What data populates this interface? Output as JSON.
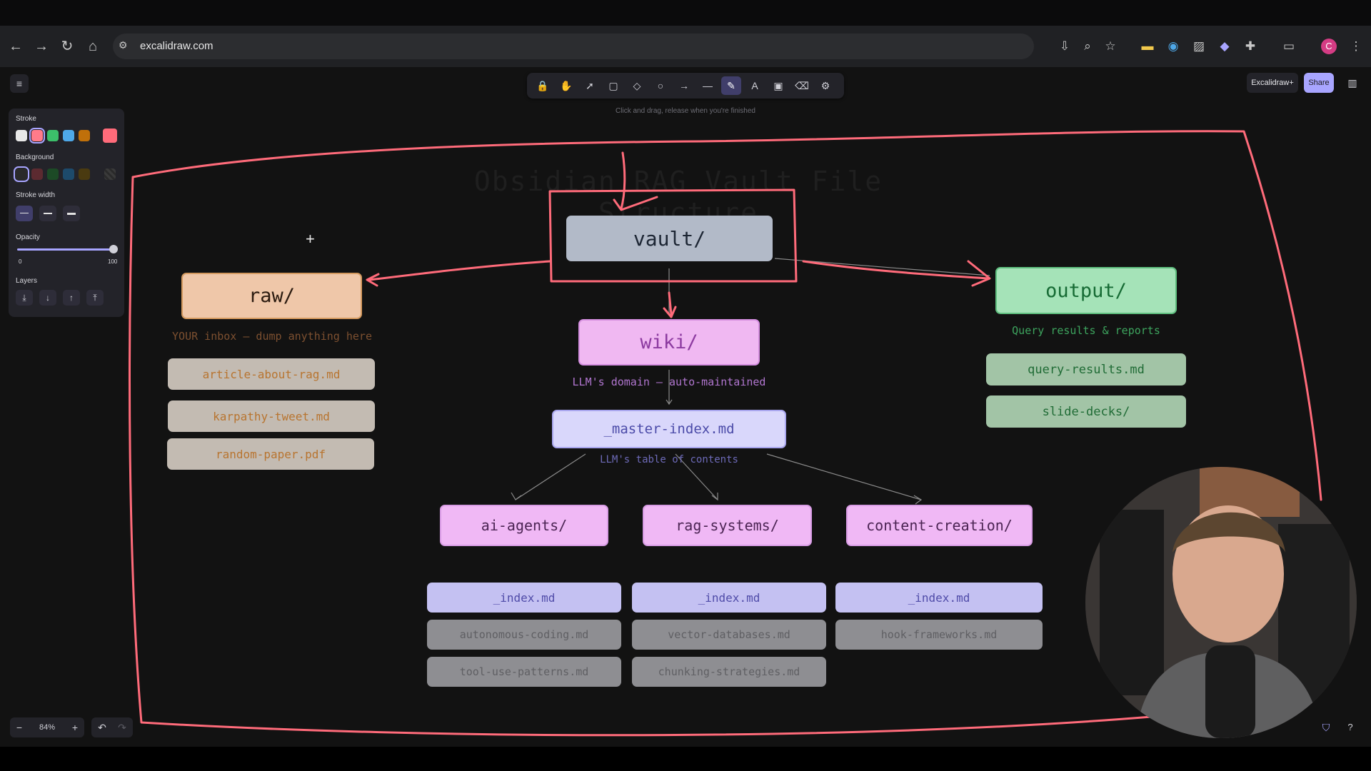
{
  "browser": {
    "url": "excalidraw.com",
    "profile_initial": "C",
    "icons": [
      "back-icon",
      "forward-icon",
      "reload-icon",
      "home-icon",
      "site-info-icon",
      "install-icon",
      "zoom-icon",
      "bookmark-star-icon",
      "extension-icon",
      "extension-icon",
      "extension-icon",
      "extension-icon",
      "puzzle-icon",
      "side-panel-icon",
      "menu-dots-icon"
    ]
  },
  "toolbar": {
    "hint": "Click and drag, release when you're finished",
    "tools": [
      {
        "name": "lock",
        "glyph": "🔒"
      },
      {
        "name": "hand",
        "glyph": "✋"
      },
      {
        "name": "selection",
        "glyph": "➚"
      },
      {
        "name": "rectangle",
        "glyph": "▢"
      },
      {
        "name": "diamond",
        "glyph": "◇"
      },
      {
        "name": "ellipse",
        "glyph": "○"
      },
      {
        "name": "arrow",
        "glyph": "→"
      },
      {
        "name": "line",
        "glyph": "—"
      },
      {
        "name": "draw",
        "glyph": "✎",
        "active": true
      },
      {
        "name": "text",
        "glyph": "A"
      },
      {
        "name": "image",
        "glyph": "▣"
      },
      {
        "name": "eraser",
        "glyph": "⌫"
      },
      {
        "name": "more-tools",
        "glyph": "⚙"
      }
    ]
  },
  "top_right": {
    "plus_label": "Excalidraw+",
    "share_label": "Share"
  },
  "properties": {
    "stroke_label": "Stroke",
    "stroke_colors": [
      "#e8e8e8",
      "#ff7b8a",
      "#3cbf6a",
      "#4ea8e8",
      "#c0700a"
    ],
    "current_stroke": "#ff6b7a",
    "background_label": "Background",
    "background_colors": [
      "#2a2a2a",
      "#5c2a30",
      "#1c4a26",
      "#1d4a6b",
      "#4a3a10"
    ],
    "stroke_width_label": "Stroke width",
    "opacity_label": "Opacity",
    "opacity_min": "0",
    "opacity_max": "100",
    "opacity_value": 100,
    "layers_label": "Layers",
    "layer_buttons": [
      "⤓",
      "↓",
      "↑",
      "⤒"
    ]
  },
  "zoom": {
    "level": "84%",
    "minus": "−",
    "plus": "+"
  },
  "undo": {
    "undo": "↶",
    "redo": "↷"
  },
  "diagram": {
    "title": "Obsidian RAG Vault File Structure",
    "vault": "vault/",
    "raw": "raw/",
    "raw_note": "YOUR inbox — dump anything here",
    "raw_files": [
      "article-about-rag.md",
      "karpathy-tweet.md",
      "random-paper.pdf"
    ],
    "wiki": "wiki/",
    "wiki_note": "LLM's domain — auto-maintained",
    "output": "output/",
    "output_note": "Query results & reports",
    "output_files": [
      "query-results.md",
      "slide-decks/"
    ],
    "master": "_master-index.md",
    "master_note": "LLM's table of contents",
    "categories": [
      {
        "name": "ai-agents/",
        "index": "_index.md",
        "files": [
          "autonomous-coding.md",
          "tool-use-patterns.md"
        ]
      },
      {
        "name": "rag-systems/",
        "index": "_index.md",
        "files": [
          "vector-databases.md",
          "chunking-strategies.md"
        ]
      },
      {
        "name": "content-creation/",
        "index": "_index.md",
        "files": [
          "hook-frameworks.md"
        ]
      }
    ]
  }
}
